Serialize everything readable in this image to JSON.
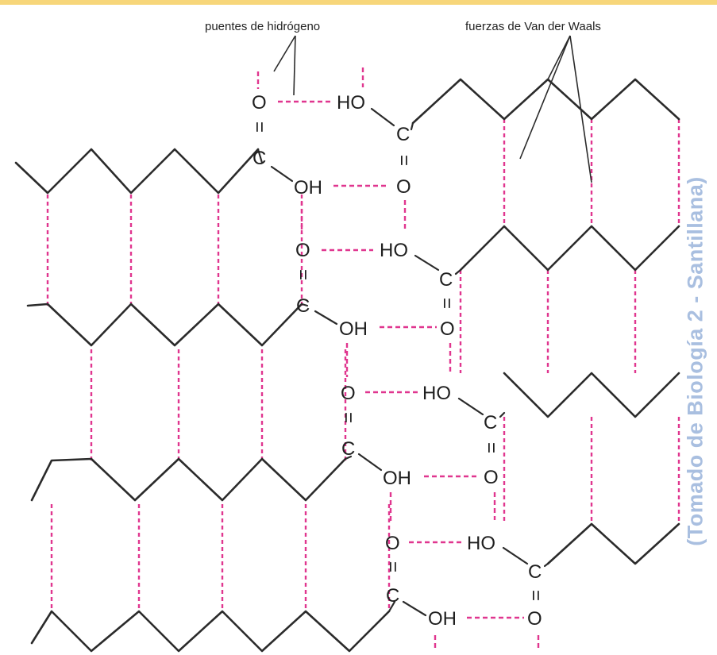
{
  "labels": {
    "hydrogen_bonds": "puentes de hidrógeno",
    "van_der_waals": "fuerzas de Van der Waals"
  },
  "credit": "(Tomado de Biología 2 - Santillana)",
  "atoms": {
    "O": "O",
    "C": "C",
    "OH": "OH",
    "HO": "HO",
    "double_bond": "="
  },
  "colors": {
    "bond_line": "#2b2b2b",
    "interaction_dash": "#e0368f",
    "credit_text": "#a9bfe0",
    "top_bar": "#f7d67a"
  }
}
